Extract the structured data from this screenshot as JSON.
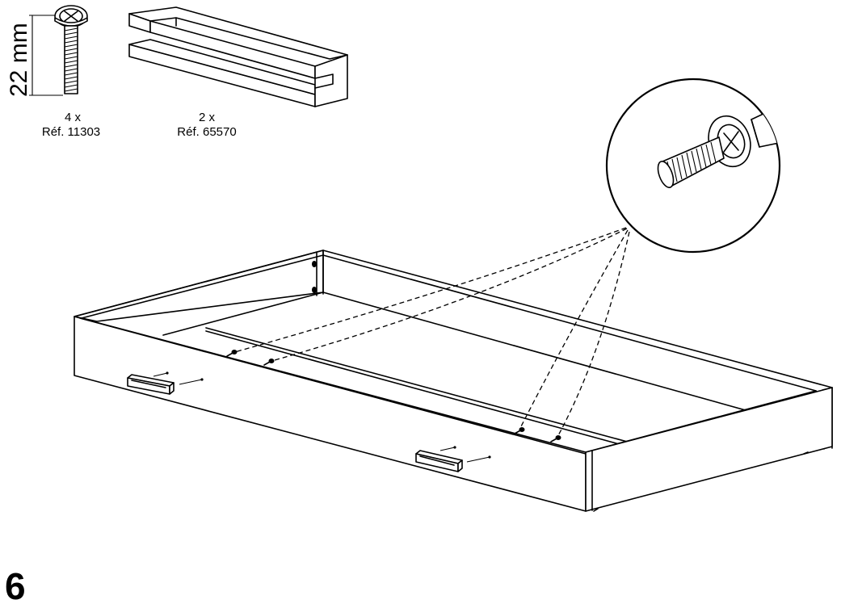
{
  "parts": {
    "screw": {
      "dimension": "22 mm",
      "quantity": "4 x",
      "reference": "Réf. 11303"
    },
    "handle": {
      "quantity": "2 x",
      "reference": "Réf. 65570"
    }
  },
  "step_number": "6",
  "icons": [
    "screw-icon",
    "handle-bracket-icon",
    "screwdriver-icon",
    "drawer-frame-icon"
  ]
}
